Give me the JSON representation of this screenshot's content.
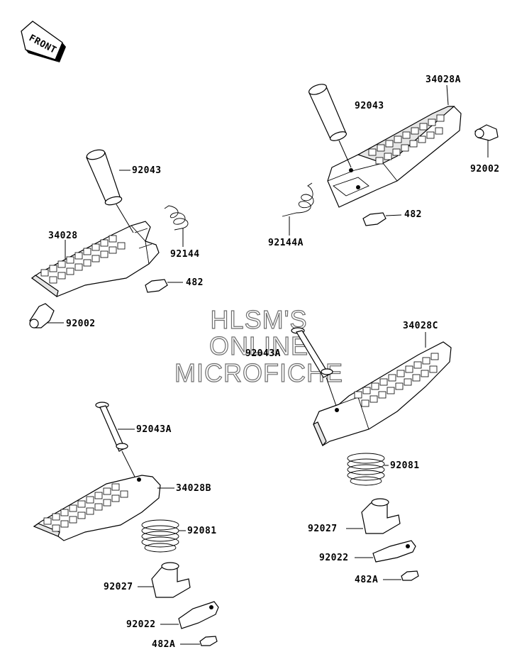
{
  "front_badge": "FRONT",
  "watermark": [
    "HLSM'S",
    "ONLINE",
    "MICROFICHE"
  ],
  "labels": {
    "top_right_step": "34028A",
    "top_right_pin": "92043",
    "top_right_rubber": "92002",
    "top_right_spring": "92144A",
    "top_right_clip": "482",
    "top_left_step": "34028",
    "top_left_pin": "92043",
    "top_left_spring": "92144",
    "top_left_clip": "482",
    "top_left_rubber": "92002",
    "mid_right_step": "34028C",
    "mid_right_pin": "92043A",
    "mid_right_spring": "92081",
    "mid_right_holder": "92027",
    "mid_right_plate": "92022",
    "mid_right_clip": "482A",
    "low_left_pin": "92043A",
    "low_left_step": "34028B",
    "low_left_spring": "92081",
    "low_left_holder": "92027",
    "low_left_plate": "92022",
    "low_left_clip": "482A"
  }
}
